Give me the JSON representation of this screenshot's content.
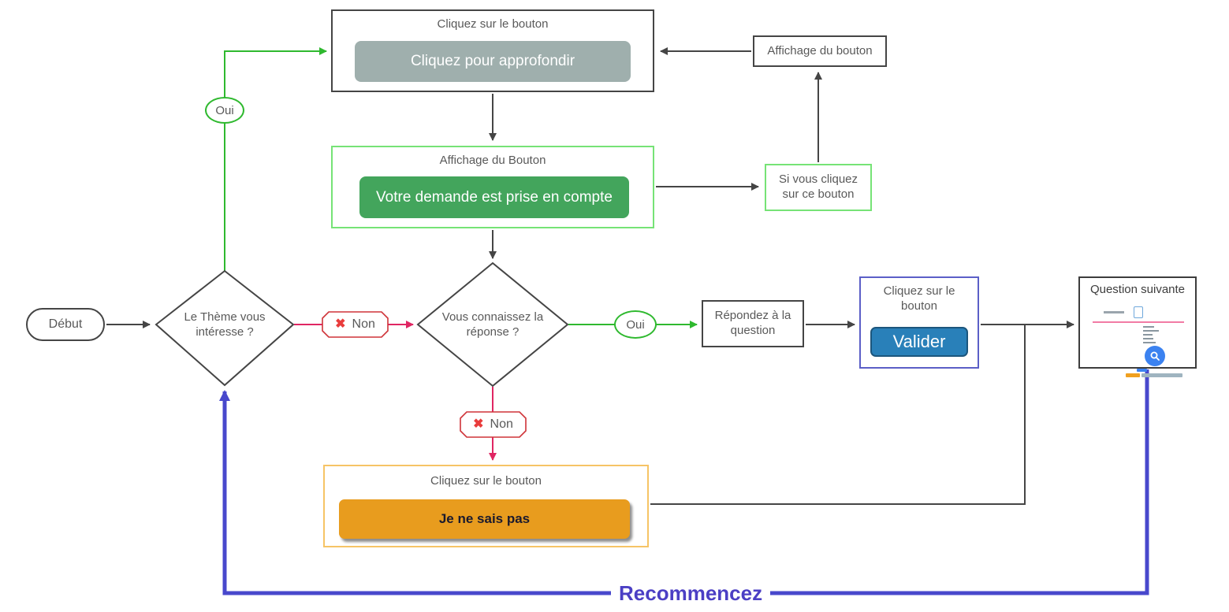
{
  "colors": {
    "stroke_dark": "#454545",
    "green": "#2fb92f",
    "green_border_light": "#76e376",
    "green_button": "#43a55c",
    "red_line": "#e02663",
    "red_border": "#cf3338",
    "red_x": "#e93c3c",
    "blue_loop": "#4848cc",
    "blue_text": "#4b3fc4",
    "blue_box_border": "#5b5fc7",
    "blue_button": "#2980b9",
    "gray_button": "#9fafad",
    "orange_button": "#e89c1e",
    "orange_border": "#f6c466"
  },
  "nodes": {
    "box_top": {
      "label": "Cliquez sur le bouton",
      "button": "Cliquez pour approfondir"
    },
    "affichage_small": {
      "label": "Affichage du bouton"
    },
    "box_green": {
      "label": "Affichage du Bouton",
      "button": "Votre demande est prise en compte"
    },
    "si_vous_cliquez": {
      "label": "Si vous cliquez sur ce bouton"
    },
    "debut": {
      "label": "Début"
    },
    "diamond_theme": {
      "label": "Le Thème vous intéresse ?"
    },
    "diamond_reponse": {
      "label": "Vous connaissez la réponse ?"
    },
    "repondez": {
      "label": "Répondez à la question"
    },
    "box_valider": {
      "label": "Cliquez sur le bouton",
      "button": "Valider"
    },
    "question_suivante": {
      "label": "Question suivante"
    },
    "box_orange": {
      "label": "Cliquez sur le bouton",
      "button": "Je ne sais pas"
    }
  },
  "edges": {
    "oui_up": "Oui",
    "oui_right": "Oui",
    "non_mid": "Non",
    "non_down": "Non",
    "x_icon": "✖",
    "recommencez": "Recommencez"
  }
}
